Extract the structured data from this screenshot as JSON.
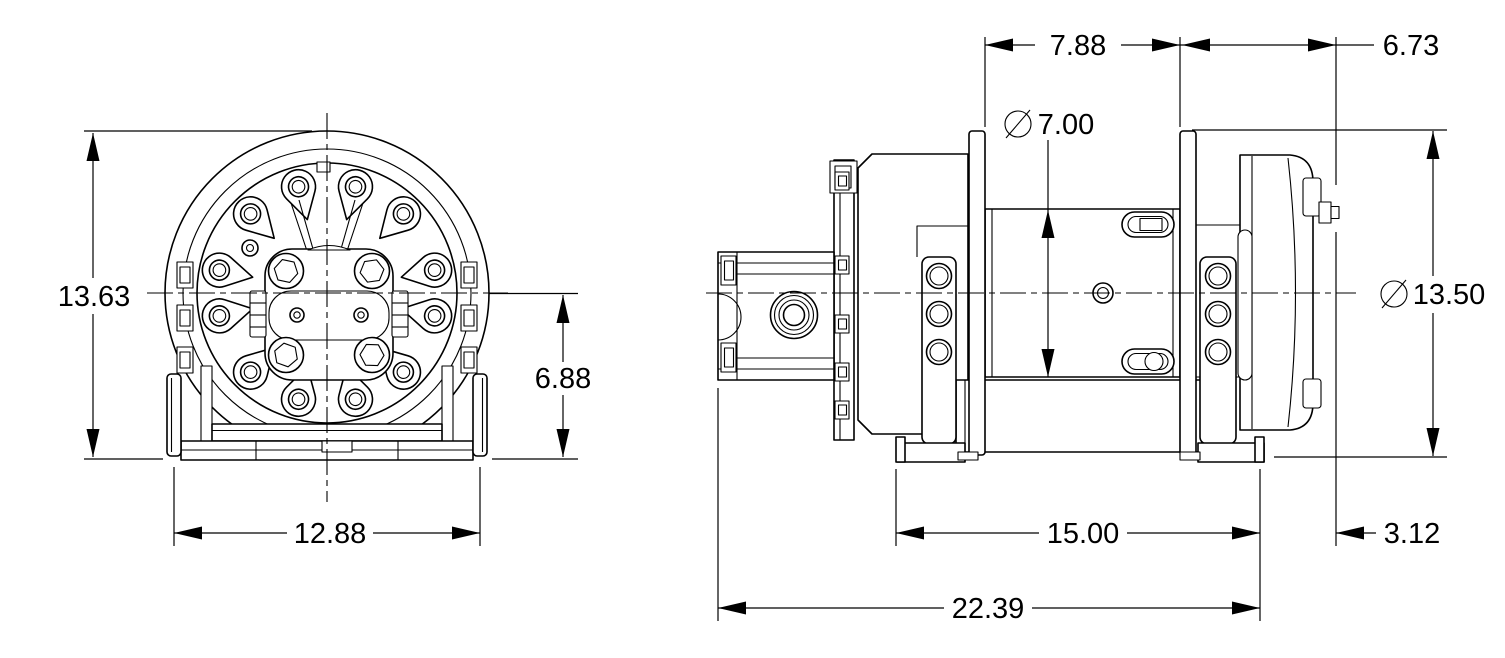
{
  "front_view": {
    "dim_overall_height": "13.63",
    "dim_base_width": "12.88",
    "dim_centerline_to_base": "6.88"
  },
  "side_view": {
    "diameter_symbol": "∅",
    "dim_drum_barrel_length": "7.88",
    "dim_flange_to_end": "6.73",
    "dim_drum_barrel_diameter": "7.00",
    "dim_drum_flange_diameter": "13.50",
    "dim_mounting_base_length": "15.00",
    "dim_right_overhang": "3.12",
    "dim_overall_length": "22.39"
  },
  "colors": {
    "background": "#ffffff",
    "line": "#000000",
    "dimension_text": "#000000"
  }
}
